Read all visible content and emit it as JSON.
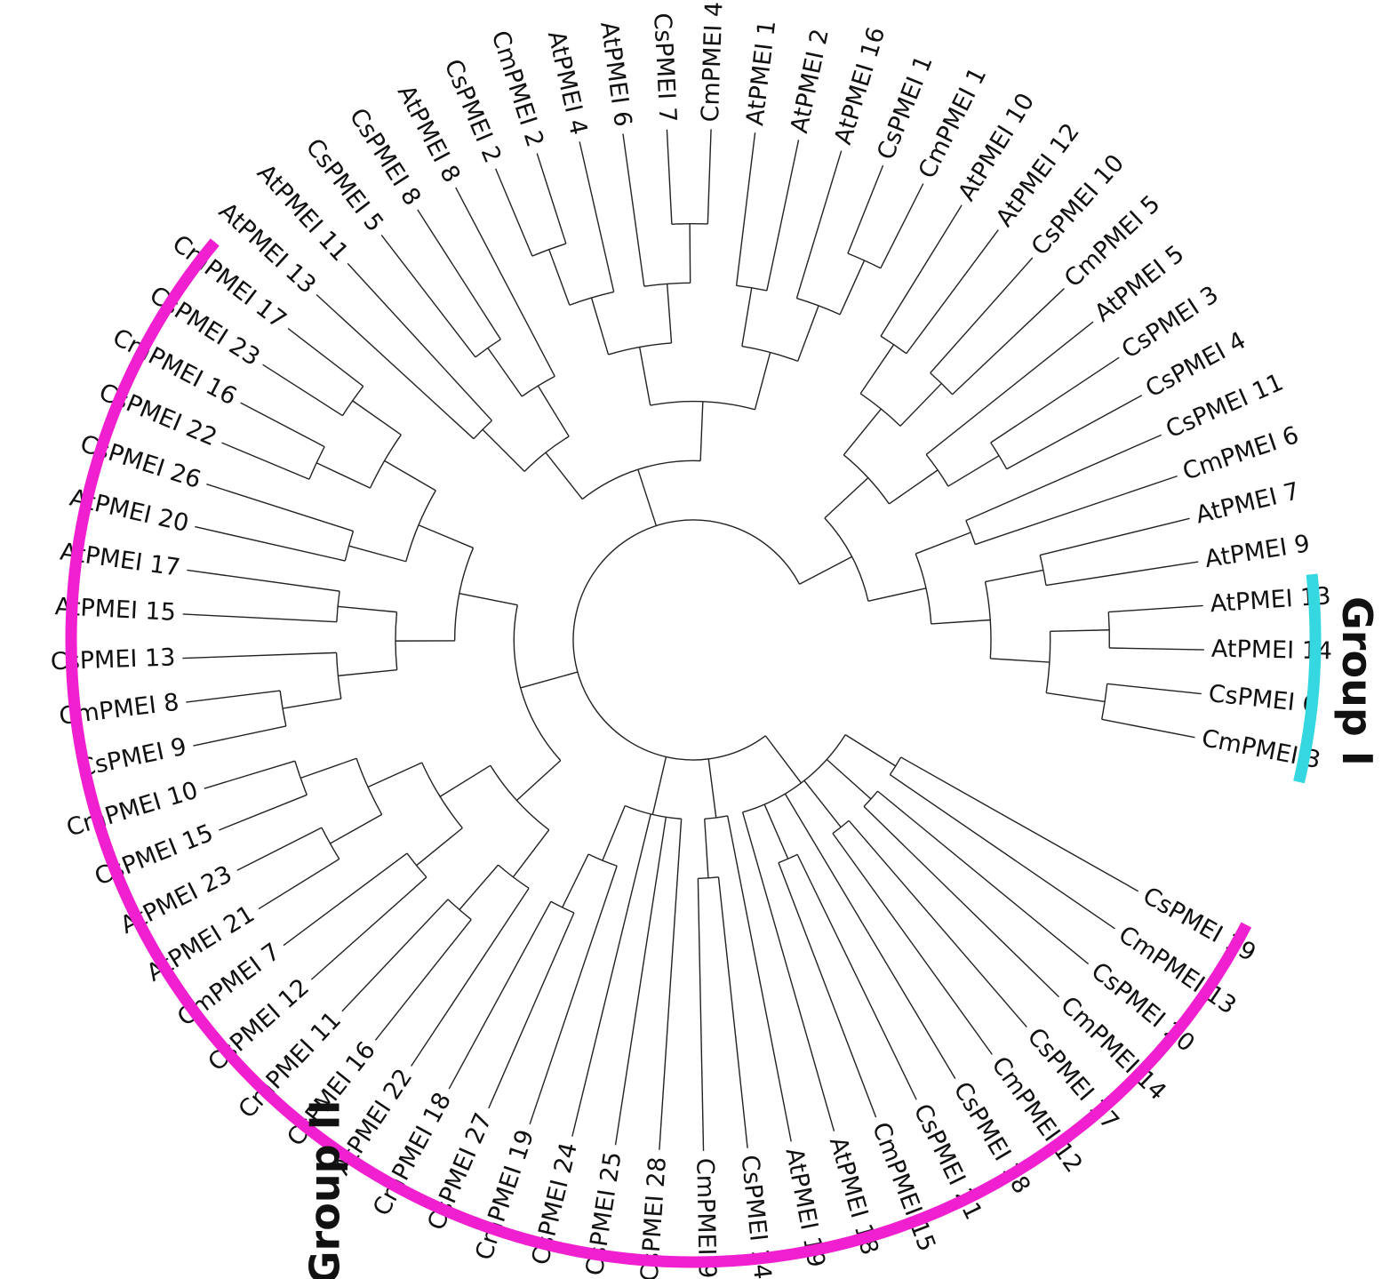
{
  "tree": {
    "children": [
      {
        "children": [
          {
            "children": [
              {
                "children": [
                  {
                    "children": [
                      {
                        "children": [
                          {
                            "label": "CmPMEI 3"
                          },
                          {
                            "label": "CsPMEI 6"
                          }
                        ]
                      },
                      {
                        "children": [
                          {
                            "label": "AtPMEI 14"
                          },
                          {
                            "label": "AtPMEI 13"
                          }
                        ]
                      }
                    ]
                  },
                  {
                    "children": [
                      {
                        "label": "AtPMEI 9"
                      },
                      {
                        "label": "AtPMEI 7"
                      }
                    ]
                  }
                ]
              },
              {
                "children": [
                  {
                    "label": "CmPMEI 6"
                  },
                  {
                    "label": "CsPMEI 11"
                  }
                ]
              }
            ]
          },
          {
            "children": [
              {
                "children": [
                  {
                    "children": [
                      {
                        "label": "CsPMEI 4"
                      },
                      {
                        "label": "CsPMEI 3"
                      }
                    ]
                  },
                  {
                    "label": "AtPMEI 5"
                  }
                ]
              },
              {
                "children": [
                  {
                    "children": [
                      {
                        "label": "CmPMEI 5"
                      },
                      {
                        "label": "CsPMEI 10"
                      }
                    ]
                  },
                  {
                    "children": [
                      {
                        "label": "AtPMEI 12"
                      },
                      {
                        "label": "AtPMEI 10"
                      }
                    ]
                  }
                ]
              }
            ]
          }
        ]
      },
      {
        "children": [
          {
            "children": [
              {
                "children": [
                  {
                    "children": [
                      {
                        "children": [
                          {
                            "label": "CmPMEI 1"
                          },
                          {
                            "label": "CsPMEI 1"
                          }
                        ]
                      },
                      {
                        "label": "AtPMEI 16"
                      }
                    ]
                  },
                  {
                    "children": [
                      {
                        "label": "AtPMEI 2"
                      },
                      {
                        "label": "AtPMEI 1"
                      }
                    ]
                  }
                ]
              },
              {
                "children": [
                  {
                    "children": [
                      {
                        "children": [
                          {
                            "label": "CmPMEI 4"
                          },
                          {
                            "label": "CsPMEI 7"
                          }
                        ]
                      },
                      {
                        "label": "AtPMEI 6"
                      }
                    ]
                  },
                  {
                    "children": [
                      {
                        "label": "AtPMEI 4"
                      },
                      {
                        "children": [
                          {
                            "label": "CmPMEI 2"
                          },
                          {
                            "label": "CsPMEI 2"
                          }
                        ]
                      }
                    ]
                  }
                ]
              }
            ]
          },
          {
            "children": [
              {
                "children": [
                  {
                    "label": "AtPMEI 8"
                  },
                  {
                    "children": [
                      {
                        "label": "CsPMEI 8"
                      },
                      {
                        "label": "CsPMEI 5"
                      }
                    ]
                  }
                ]
              },
              {
                "children": [
                  {
                    "label": "AtPMEI 11"
                  },
                  {
                    "label": "AtPMEI 13"
                  }
                ]
              }
            ]
          }
        ]
      },
      {
        "children": [
          {
            "children": [
              {
                "children": [
                  {
                    "children": [
                      {
                        "children": [
                          {
                            "label": "CmPMEI 17"
                          },
                          {
                            "label": "CsPMEI 23"
                          }
                        ]
                      },
                      {
                        "children": [
                          {
                            "label": "CmPMEI 16"
                          },
                          {
                            "label": "CsPMEI 22"
                          }
                        ]
                      }
                    ]
                  },
                  {
                    "children": [
                      {
                        "label": "CsPMEI 26"
                      },
                      {
                        "label": "AtPMEI 20"
                      }
                    ]
                  }
                ]
              },
              {
                "children": [
                  {
                    "children": [
                      {
                        "label": "AtPMEI 17"
                      },
                      {
                        "label": "AtPMEI 15"
                      }
                    ]
                  },
                  {
                    "children": [
                      {
                        "label": "CsPMEI 13"
                      },
                      {
                        "children": [
                          {
                            "label": "CmPMEI 8"
                          },
                          {
                            "label": "CsPMEI 9"
                          }
                        ]
                      }
                    ]
                  }
                ]
              }
            ]
          },
          {
            "children": [
              {
                "children": [
                  {
                    "children": [
                      {
                        "children": [
                          {
                            "label": "CmPMEI 10"
                          },
                          {
                            "label": "CsPMEI 15"
                          }
                        ]
                      },
                      {
                        "children": [
                          {
                            "label": "AtPMEI 23"
                          },
                          {
                            "label": "AtPMEI 21"
                          }
                        ]
                      }
                    ]
                  },
                  {
                    "children": [
                      {
                        "label": "CmPMEI 7"
                      },
                      {
                        "label": "CsPMEI 12"
                      }
                    ]
                  }
                ]
              },
              {
                "children": [
                  {
                    "children": [
                      {
                        "label": "CmPMEI 11"
                      },
                      {
                        "label": "CsPMEI 16"
                      }
                    ]
                  },
                  {
                    "label": "AtPMEI 22"
                  }
                ]
              }
            ]
          }
        ]
      },
      {
        "children": [
          {
            "children": [
              {
                "children": [
                  {
                    "label": "CmPMEI 18"
                  },
                  {
                    "label": "CsPMEI 27"
                  }
                ]
              },
              {
                "label": "CmPMEI 19"
              }
            ]
          },
          {
            "label": "CsPMEI 24"
          },
          {
            "label": "CsPMEI 25"
          },
          {
            "label": "CsPMEI 28"
          }
        ]
      },
      {
        "children": [
          {
            "children": [
              {
                "label": "CmPMEI 9"
              },
              {
                "label": "CsPMEI 14"
              }
            ]
          },
          {
            "label": "AtPMEI 19"
          }
        ]
      },
      {
        "children": [
          {
            "label": "AtPMEI 18"
          },
          {
            "children": [
              {
                "label": "CmPMEI 15"
              },
              {
                "label": "CsPMEI 21"
              }
            ]
          },
          {
            "label": "CsPMEI 18"
          },
          {
            "children": [
              {
                "label": "CmPMEI 12"
              },
              {
                "label": "CsPMEI 17"
              }
            ]
          },
          {
            "children": [
              {
                "label": "CmPMEI 14"
              },
              {
                "label": "CsPMEI 20"
              }
            ]
          },
          {
            "children": [
              {
                "label": "CmPMEI 13"
              },
              {
                "label": "CsPMEI 19"
              }
            ]
          }
        ]
      }
    ]
  },
  "groups": [
    {
      "label": "Group I",
      "color": "#35d8e0",
      "from_leaf": "CmPMEI 3",
      "to_leaf": "AtPMEI 13"
    },
    {
      "label": "Group II",
      "color": "#f020d0",
      "from_leaf": "CmPMEI 17",
      "to_leaf": "CsPMEI 19"
    }
  ],
  "style": {
    "branch_color": "#222222",
    "label_color": "#111111"
  }
}
